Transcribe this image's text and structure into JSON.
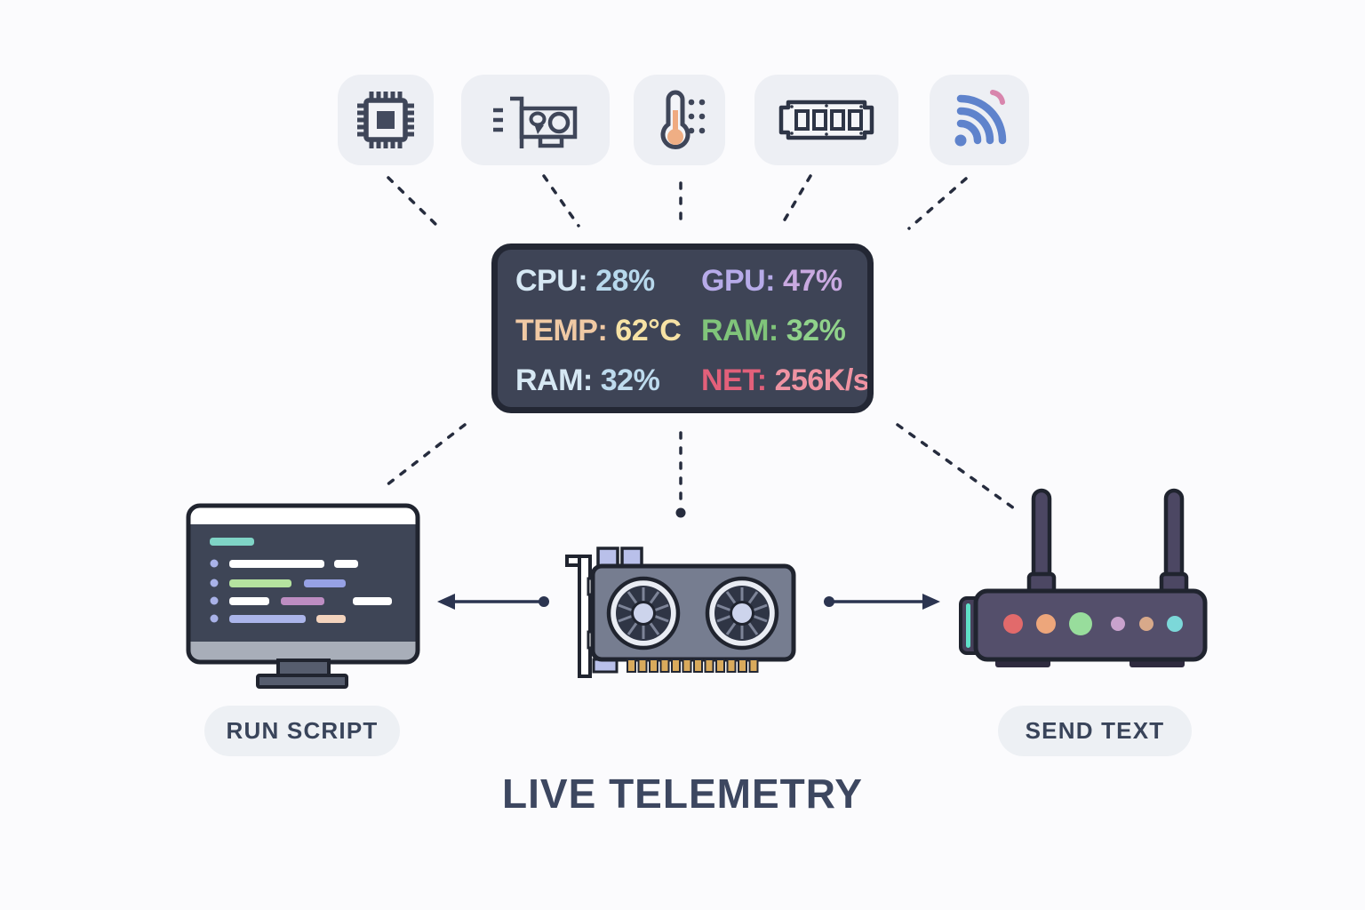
{
  "title": "LIVE TELEMETRY",
  "sensor_icons": [
    {
      "name": "cpu-chip-icon"
    },
    {
      "name": "gpu-card-icon"
    },
    {
      "name": "thermometer-icon"
    },
    {
      "name": "ram-module-icon"
    },
    {
      "name": "wifi-icon"
    }
  ],
  "telemetry_panel": {
    "bg_color": "#3e4456",
    "border_color": "#232734",
    "stats": [
      {
        "id": "cpu",
        "label": "CPU:",
        "value": "28%",
        "label_color": "#d6e8f4",
        "value_color": "#b7d8ec"
      },
      {
        "id": "gpu",
        "label": "GPU:",
        "value": "47%",
        "label_color": "#b7abe9",
        "value_color": "#c9a9e0"
      },
      {
        "id": "temp",
        "label": "TEMP:",
        "value": "62°C",
        "label_color": "#f0c9a4",
        "value_color": "#f6e2a5"
      },
      {
        "id": "ram-alt",
        "label": "RAM:",
        "value": "32%",
        "label_color": "#80c47a",
        "value_color": "#90d28b"
      },
      {
        "id": "ram",
        "label": "RAM:",
        "value": "32%",
        "label_color": "#d6e8f4",
        "value_color": "#bedbee"
      },
      {
        "id": "net",
        "label": "NET:",
        "value": "256K/s",
        "label_color": "#e2607a",
        "value_color": "#ef93a2"
      }
    ]
  },
  "action_labels": {
    "run_script": "RUN SCRIPT",
    "send_text": "SEND TEXT"
  },
  "device_illustrations": [
    {
      "name": "code-monitor"
    },
    {
      "name": "gpu-card"
    },
    {
      "name": "wifi-router"
    }
  ],
  "accent_colors": {
    "connector_line": "#262c3e",
    "wifi_blue": "#5f83cc",
    "wifi_pink": "#d885ad",
    "thermometer_orange": "#efaa80"
  }
}
